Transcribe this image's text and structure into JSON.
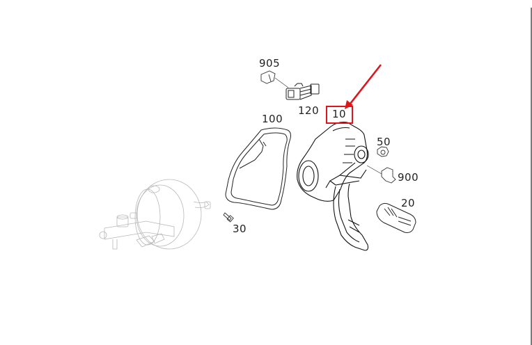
{
  "diagram": {
    "type": "exploded-parts-diagram",
    "subject": "brake pedal assembly",
    "highlight_color": "#e0141b",
    "parts": [
      {
        "number": "905",
        "label": "905"
      },
      {
        "number": "120",
        "label": "120"
      },
      {
        "number": "10",
        "label": "10",
        "highlighted": true
      },
      {
        "number": "100",
        "label": "100"
      },
      {
        "number": "50",
        "label": "50"
      },
      {
        "number": "900",
        "label": "900"
      },
      {
        "number": "20",
        "label": "20"
      },
      {
        "number": "30",
        "label": "30"
      }
    ],
    "annotation": {
      "type": "arrow",
      "target": "10",
      "color": "#e0141b"
    }
  }
}
